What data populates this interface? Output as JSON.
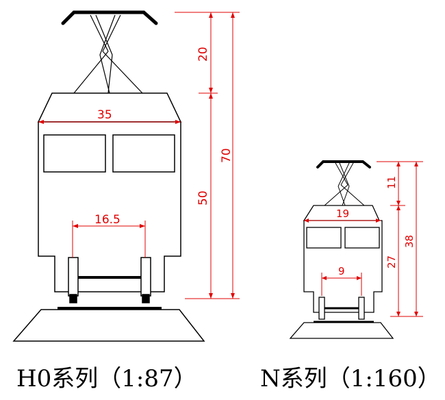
{
  "ho": {
    "height_total": "70",
    "height_body": "50",
    "height_pantograph": "20",
    "width_body": "35",
    "gauge": "16.5",
    "caption": "H0系列（1:87）"
  },
  "n": {
    "height_total": "38",
    "height_body": "27",
    "height_pantograph": "11",
    "width_body": "19",
    "gauge": "9",
    "caption": "N系列（1:160）"
  },
  "colors": {
    "outline": "#000000",
    "dimension": "#e00000"
  }
}
